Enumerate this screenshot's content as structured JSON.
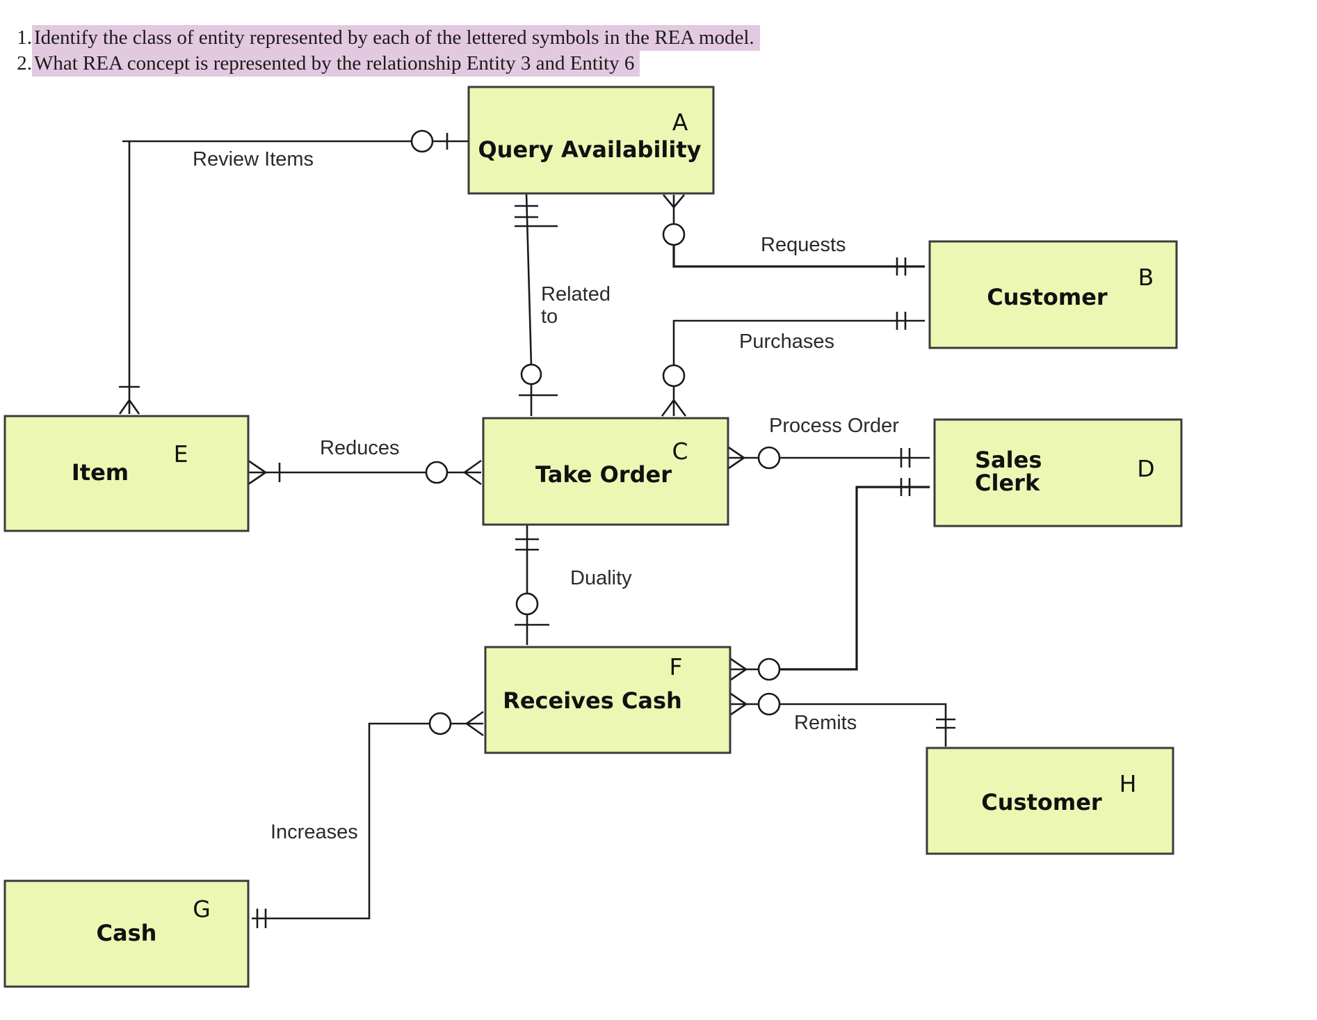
{
  "questions": [
    {
      "number": "1.",
      "text": "Identify the class of entity represented by each of the lettered symbols in the REA model."
    },
    {
      "number": "2.",
      "text": "What REA concept is represented by the relationship Entity 3 and Entity 6"
    }
  ],
  "colors": {
    "entity_fill": "#ecf7b4",
    "highlight": "#e3c9df",
    "line": "#1a1a1a"
  },
  "diagram": {
    "entities": {
      "query_availability": {
        "name": "Query Availability",
        "letter": "A"
      },
      "customer_b": {
        "name": "Customer",
        "letter": "B"
      },
      "take_order": {
        "name": "Take Order",
        "letter": "C"
      },
      "sales_clerk": {
        "name_line1": "Sales",
        "name_line2": "Clerk",
        "letter": "D"
      },
      "item": {
        "name": "Item",
        "letter": "E"
      },
      "receives_cash": {
        "name": "Receives Cash",
        "letter": "F"
      },
      "cash": {
        "name": "Cash",
        "letter": "G"
      },
      "customer_h": {
        "name": "Customer",
        "letter": "H"
      }
    },
    "relationships": {
      "review_items": "Review Items",
      "requests": "Requests",
      "related_to_line1": "Related",
      "related_to_line2": "to",
      "purchases": "Purchases",
      "process_order": "Process Order",
      "reduces": "Reduces",
      "duality": "Duality",
      "remits": "Remits",
      "increases": "Increases"
    }
  }
}
